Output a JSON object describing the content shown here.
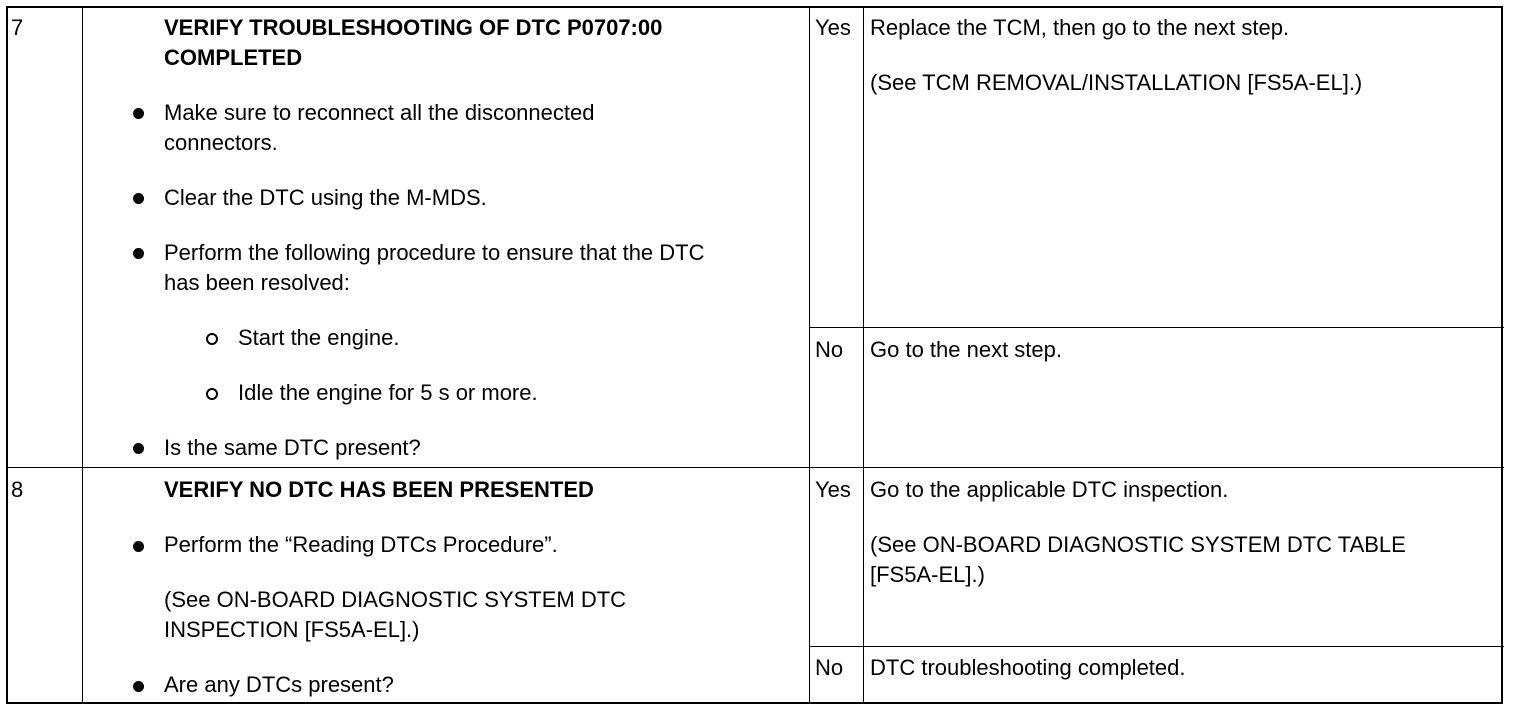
{
  "rows": [
    {
      "step": "7",
      "title_line1": "VERIFY TROUBLESHOOTING OF DTC P0707:00",
      "title_line2": "COMPLETED",
      "items": [
        {
          "line1": "Make sure to reconnect all the disconnected",
          "line2": "connectors."
        },
        {
          "line1": "Clear the DTC using the M-MDS."
        },
        {
          "line1": "Perform the following procedure to ensure that the DTC",
          "line2": "has been resolved:"
        },
        {
          "sub": "Start the engine."
        },
        {
          "sub": "Idle the engine for 5 s or more."
        },
        {
          "line1": "Is the same DTC present?"
        }
      ],
      "yes_label": "Yes",
      "yes_action": "Replace the TCM, then go to the next step.",
      "yes_ref": "(See TCM REMOVAL/INSTALLATION [FS5A-EL].)",
      "no_label": "No",
      "no_action": "Go to the next step."
    },
    {
      "step": "8",
      "title_line1": "VERIFY NO DTC HAS BEEN PRESENTED",
      "items": [
        {
          "line1": "Perform the “Reading DTCs Procedure”."
        },
        {
          "line1": "(See ON-BOARD DIAGNOSTIC SYSTEM DTC",
          "line2": "INSPECTION [FS5A-EL].)"
        },
        {
          "line1": "Are any DTCs present?"
        }
      ],
      "yes_label": "Yes",
      "yes_action": "Go to the applicable DTC inspection.",
      "yes_ref_line1": "(See ON-BOARD DIAGNOSTIC SYSTEM DTC TABLE",
      "yes_ref_line2": "[FS5A-EL].)",
      "no_label": "No",
      "no_action": "DTC troubleshooting completed."
    }
  ]
}
